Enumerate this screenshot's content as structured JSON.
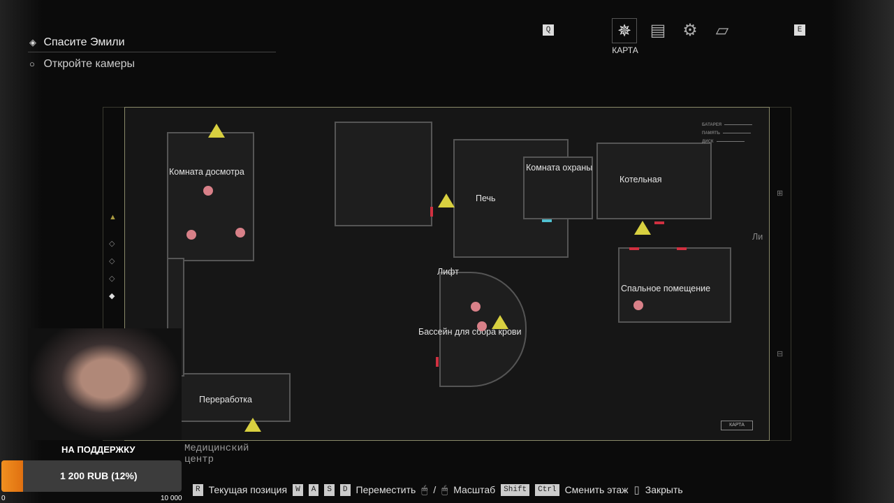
{
  "objectives": {
    "main": "Спасите Эмили",
    "sub": "Откройте камеры"
  },
  "tabs": {
    "prev_key": "Q",
    "next_key": "E",
    "active_label": "КАРТА",
    "items": [
      "map-icon",
      "inventory-icon",
      "settings-icon",
      "files-icon"
    ]
  },
  "map": {
    "rooms": [
      "Комната досмотра",
      "Печь",
      "Комната охраны",
      "Котельная",
      "Лифт",
      "Спальное помещение",
      "Бассейн для сбора крови",
      "Переработка",
      "Ли"
    ],
    "legend": [
      "БАТАРЕЯ",
      "ПАМЯТЬ",
      "ДИСК"
    ],
    "badge": "КАРТА",
    "area_name": "Медицинский центр"
  },
  "footer": {
    "r": "R",
    "current": "Текущая позиция",
    "w": "W",
    "a": "A",
    "s": "S",
    "d": "D",
    "move": "Переместить",
    "slash": "/",
    "zoom": "Масштаб",
    "shift": "Shift",
    "ctrl": "Ctrl",
    "floor": "Сменить этаж",
    "close": "Закрыть"
  },
  "donation": {
    "title": "НА ПОДДЕРЖКУ",
    "value": "1 200 RUB (12%)",
    "progress": 0.12,
    "min": "0",
    "max": "10 000",
    "accent": "#f09020"
  }
}
